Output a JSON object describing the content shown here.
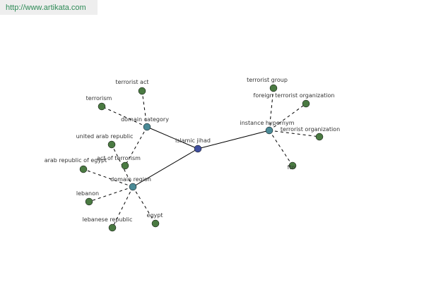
{
  "watermark": {
    "text": "http://www.artikata.com"
  },
  "colors": {
    "center": "#3f4f9f",
    "category": "#4a8a96",
    "leaf": "#4a7a42",
    "watermark_bg": "#eeeeee",
    "watermark_text": "#2e8b57"
  },
  "graph": {
    "nodes": [
      {
        "id": "islamic-jihad",
        "label": "islamic jihad",
        "kind": "center"
      },
      {
        "id": "domain-category",
        "label": "domain category",
        "kind": "category"
      },
      {
        "id": "domain-region",
        "label": "domain region",
        "kind": "category"
      },
      {
        "id": "instance-hypernym",
        "label": "instance hypernym",
        "kind": "category"
      },
      {
        "id": "terrorist-act",
        "label": "terrorist act",
        "kind": "leaf"
      },
      {
        "id": "terrorism",
        "label": "terrorism",
        "kind": "leaf"
      },
      {
        "id": "act-of-terrorism",
        "label": "act of terrorism",
        "kind": "leaf"
      },
      {
        "id": "united-arab-republic",
        "label": "united arab republic",
        "kind": "leaf"
      },
      {
        "id": "arab-republic-of-egypt",
        "label": "arab republic of egypt",
        "kind": "leaf"
      },
      {
        "id": "lebanon",
        "label": "lebanon",
        "kind": "leaf"
      },
      {
        "id": "lebanese-republic",
        "label": "lebanese republic",
        "kind": "leaf"
      },
      {
        "id": "egypt",
        "label": "egypt",
        "kind": "leaf"
      },
      {
        "id": "terrorist-group",
        "label": "terrorist group",
        "kind": "leaf"
      },
      {
        "id": "foreign-terrorist-organization",
        "label": "foreign terrorist organization",
        "kind": "leaf"
      },
      {
        "id": "terrorist-organization",
        "label": "terrorist organization",
        "kind": "leaf"
      },
      {
        "id": "fto",
        "label": "fto",
        "kind": "leaf"
      }
    ],
    "edges": [
      {
        "from": "islamic-jihad",
        "to": "domain-category",
        "style": "solid"
      },
      {
        "from": "islamic-jihad",
        "to": "domain-region",
        "style": "solid"
      },
      {
        "from": "islamic-jihad",
        "to": "instance-hypernym",
        "style": "solid"
      },
      {
        "from": "domain-category",
        "to": "terrorist-act",
        "style": "dashed"
      },
      {
        "from": "domain-category",
        "to": "terrorism",
        "style": "dashed"
      },
      {
        "from": "domain-category",
        "to": "act-of-terrorism",
        "style": "dashed"
      },
      {
        "from": "domain-region",
        "to": "united-arab-republic",
        "style": "dashed"
      },
      {
        "from": "domain-region",
        "to": "arab-republic-of-egypt",
        "style": "dashed"
      },
      {
        "from": "domain-region",
        "to": "lebanon",
        "style": "dashed"
      },
      {
        "from": "domain-region",
        "to": "lebanese-republic",
        "style": "dashed"
      },
      {
        "from": "domain-region",
        "to": "egypt",
        "style": "dashed"
      },
      {
        "from": "instance-hypernym",
        "to": "terrorist-group",
        "style": "dashed"
      },
      {
        "from": "instance-hypernym",
        "to": "foreign-terrorist-organization",
        "style": "dashed"
      },
      {
        "from": "instance-hypernym",
        "to": "terrorist-organization",
        "style": "dashed"
      },
      {
        "from": "instance-hypernym",
        "to": "fto",
        "style": "dashed"
      }
    ]
  }
}
